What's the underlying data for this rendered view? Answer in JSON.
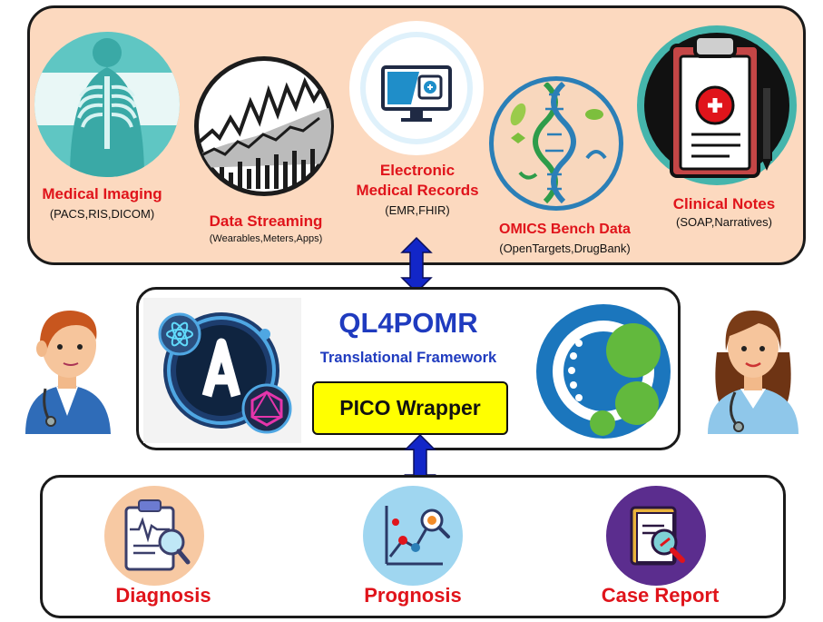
{
  "sources": [
    {
      "title": "Medical Imaging",
      "subtitle": "(PACS,RIS,DICOM)",
      "icon": "xray-chest-icon"
    },
    {
      "title": "Data Streaming",
      "subtitle": "(Wearables,Meters,Apps)",
      "icon": "data-stream-chart-icon"
    },
    {
      "title_lines": [
        "Electronic",
        "Medical Records"
      ],
      "subtitle": "(EMR,FHIR)",
      "icon": "emr-monitor-icon"
    },
    {
      "title": "OMICS Bench Data",
      "subtitle": "(OpenTargets,DrugBank)",
      "icon": "dna-omics-icon"
    },
    {
      "title": "Clinical Notes",
      "subtitle": "(SOAP,Narratives)",
      "icon": "clipboard-notes-icon"
    }
  ],
  "framework": {
    "title": "QL4POMR",
    "subtitle": "Translational Framework",
    "wrapper_label": "PICO Wrapper",
    "left_logo": "apollo-graphql-react-logo-icon",
    "right_logo": "neo4j-graph-logo-icon"
  },
  "actors": {
    "left": "male-doctor-icon",
    "right": "female-doctor-icon"
  },
  "outputs": [
    {
      "label": "Diagnosis",
      "icon": "diagnosis-report-icon"
    },
    {
      "label": "Prognosis",
      "icon": "prognosis-chart-icon"
    },
    {
      "label": "Case Report",
      "icon": "case-report-book-icon"
    }
  ],
  "colors": {
    "label_red": "#e0141b",
    "framework_blue": "#1f3bbf",
    "arrow_blue": "#1226c8",
    "top_panel_bg": "#fcd9bf",
    "wrapper_yellow": "#ffff00"
  }
}
